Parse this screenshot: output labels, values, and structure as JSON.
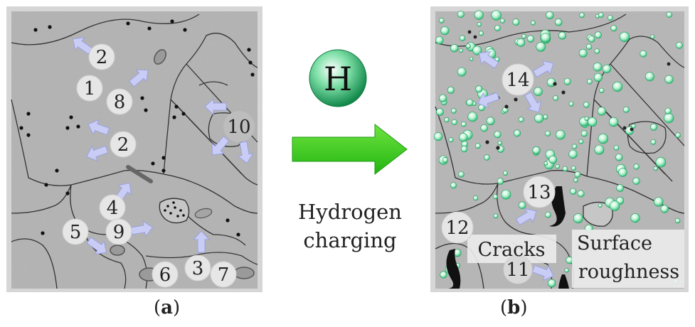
{
  "panel_a": {
    "numbers": [
      "1",
      "2",
      "2",
      "3",
      "4",
      "5",
      "6",
      "7",
      "8",
      "9",
      "10"
    ]
  },
  "panel_b": {
    "numbers": [
      "11",
      "12",
      "13",
      "14"
    ],
    "cracks_label": "Cracks",
    "surface_label_line1": "Surface",
    "surface_label_line2": "roughness"
  },
  "middle": {
    "hydrogen_symbol": "H",
    "charging_line1": "Hydrogen",
    "charging_line2": "charging"
  },
  "captions": {
    "a_open": "(",
    "a_letter": "a",
    "a_close": ")",
    "b_open": "(",
    "b_letter": "b",
    "b_close": ")"
  },
  "colors": {
    "micrograph_bg": "#b5b5b5",
    "frame": "#d0d0d0",
    "arrow_fill": "#c9cdf6",
    "hydrogen_green": "#19a35a",
    "charging_arrow": "#3ccc1e",
    "number_circle": "#e6e6e6"
  }
}
